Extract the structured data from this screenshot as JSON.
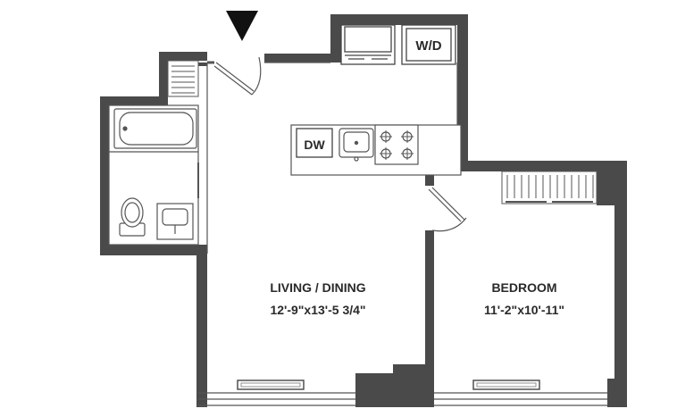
{
  "rooms": {
    "living": {
      "name": "LIVING / DINING",
      "dims": "12'-9\"x13'-5 3/4\""
    },
    "bedroom": {
      "name": "BEDROOM",
      "dims": "11'-2\"x10'-11\""
    }
  },
  "fixtures": {
    "washer_dryer": "W/D",
    "dishwasher": "DW"
  },
  "colors": {
    "wall": "#4a4a4a",
    "line": "#555555",
    "fill": "#ffffff"
  }
}
